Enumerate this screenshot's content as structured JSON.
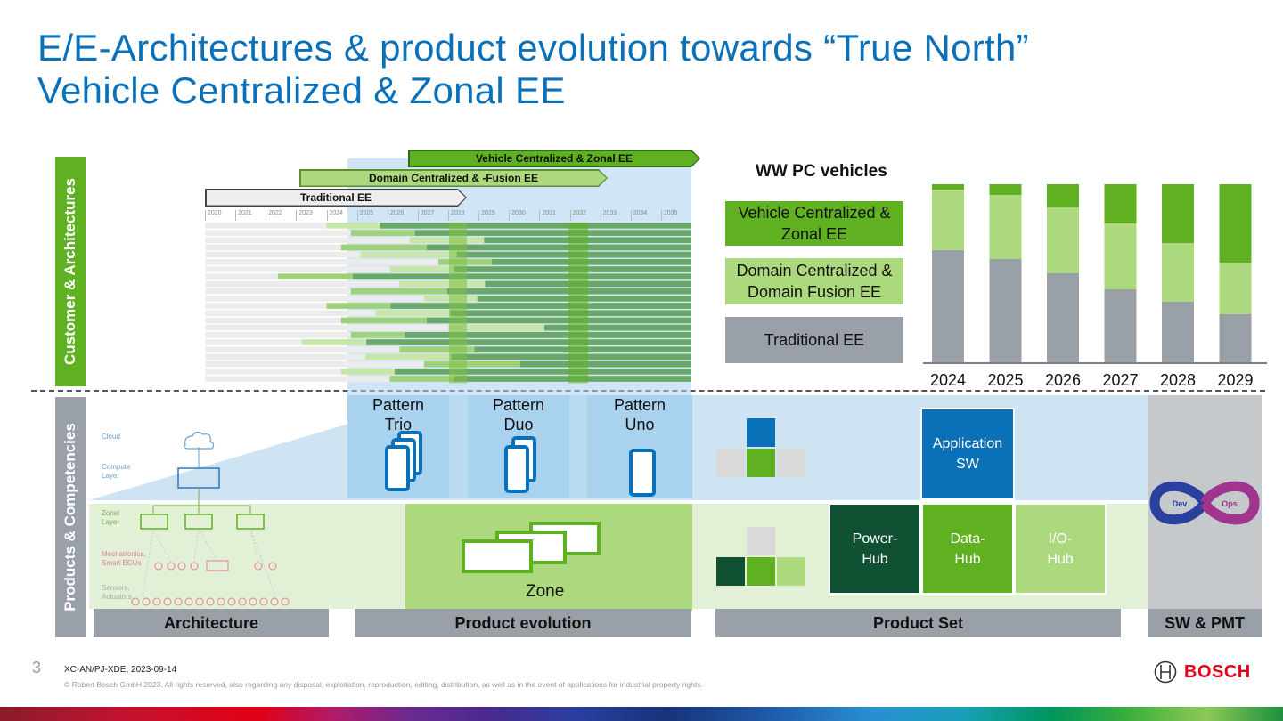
{
  "slide": {
    "title_line1": "E/E-Architectures & product evolution towards “True North”",
    "title_line2": "Vehicle Centralized & Zonal EE",
    "side_labels": {
      "top": "Customer & Architectures",
      "bottom": "Products & Competencies"
    },
    "phases": {
      "traditional": "Traditional EE",
      "domain": "Domain Centralized & -Fusion EE",
      "vehicle": "Vehicle Centralized & Zonal EE"
    },
    "timeline_years": [
      "2020",
      "2021",
      "2022",
      "2023",
      "2024",
      "2025",
      "2026",
      "2027",
      "2028",
      "2029",
      "2030",
      "2031",
      "2032",
      "2033",
      "2034",
      "2035"
    ],
    "architecture": {
      "cloud": "Cloud",
      "compute": "Compute Layer",
      "zonal": "Zonal Layer",
      "mechatronics": "Mechatronics, Smart ECUs",
      "sensors": "Sensors, Actuators"
    },
    "patterns": [
      {
        "line1": "Pattern",
        "line2": "Trio"
      },
      {
        "line1": "Pattern",
        "line2": "Duo"
      },
      {
        "line1": "Pattern",
        "line2": "Uno"
      }
    ],
    "zone_label": "Zone",
    "product_set": {
      "application": "Application SW",
      "power_hub": "Power-Hub",
      "data_hub": "Data-Hub",
      "io_hub": "I/O-Hub"
    },
    "devops": {
      "dev": "Dev",
      "ops": "Ops"
    },
    "bottom_bars": {
      "architecture": "Architecture",
      "product_evolution": "Product evolution",
      "product_set": "Product Set",
      "sw_pmt": "SW & PMT"
    },
    "footer": {
      "page_number": "3",
      "doc_id": "XC-AN/PJ-XDE, 2023-09-14",
      "copyright": "© Robert Bosch GmbH 2023. All rights reserved, also regarding any disposal, exploitation, reproduction, editing, distribution, as well as in the event of applications for industrial property rights.",
      "brand": "BOSCH"
    },
    "colors": {
      "title": "#0a70b8",
      "vehicle": "#5fb122",
      "domain": "#acd97d",
      "traditional": "#9aa0a7"
    }
  },
  "chart_data": {
    "type": "bar",
    "title": "WW PC vehicles",
    "categories": [
      "2024",
      "2025",
      "2026",
      "2027",
      "2028",
      "2029"
    ],
    "series": [
      {
        "name": "Traditional EE",
        "values": [
          63,
          58,
          50,
          41,
          34,
          27
        ]
      },
      {
        "name": "Domain Centralized & Domain Fusion EE",
        "values": [
          34,
          36,
          37,
          37,
          33,
          29
        ]
      },
      {
        "name": "Vehicle Centralized & Zonal EE",
        "values": [
          3,
          6,
          13,
          22,
          33,
          44
        ]
      }
    ],
    "stacked": true,
    "ylim": [
      0,
      100
    ],
    "legend_placement": "left",
    "grid": false
  }
}
